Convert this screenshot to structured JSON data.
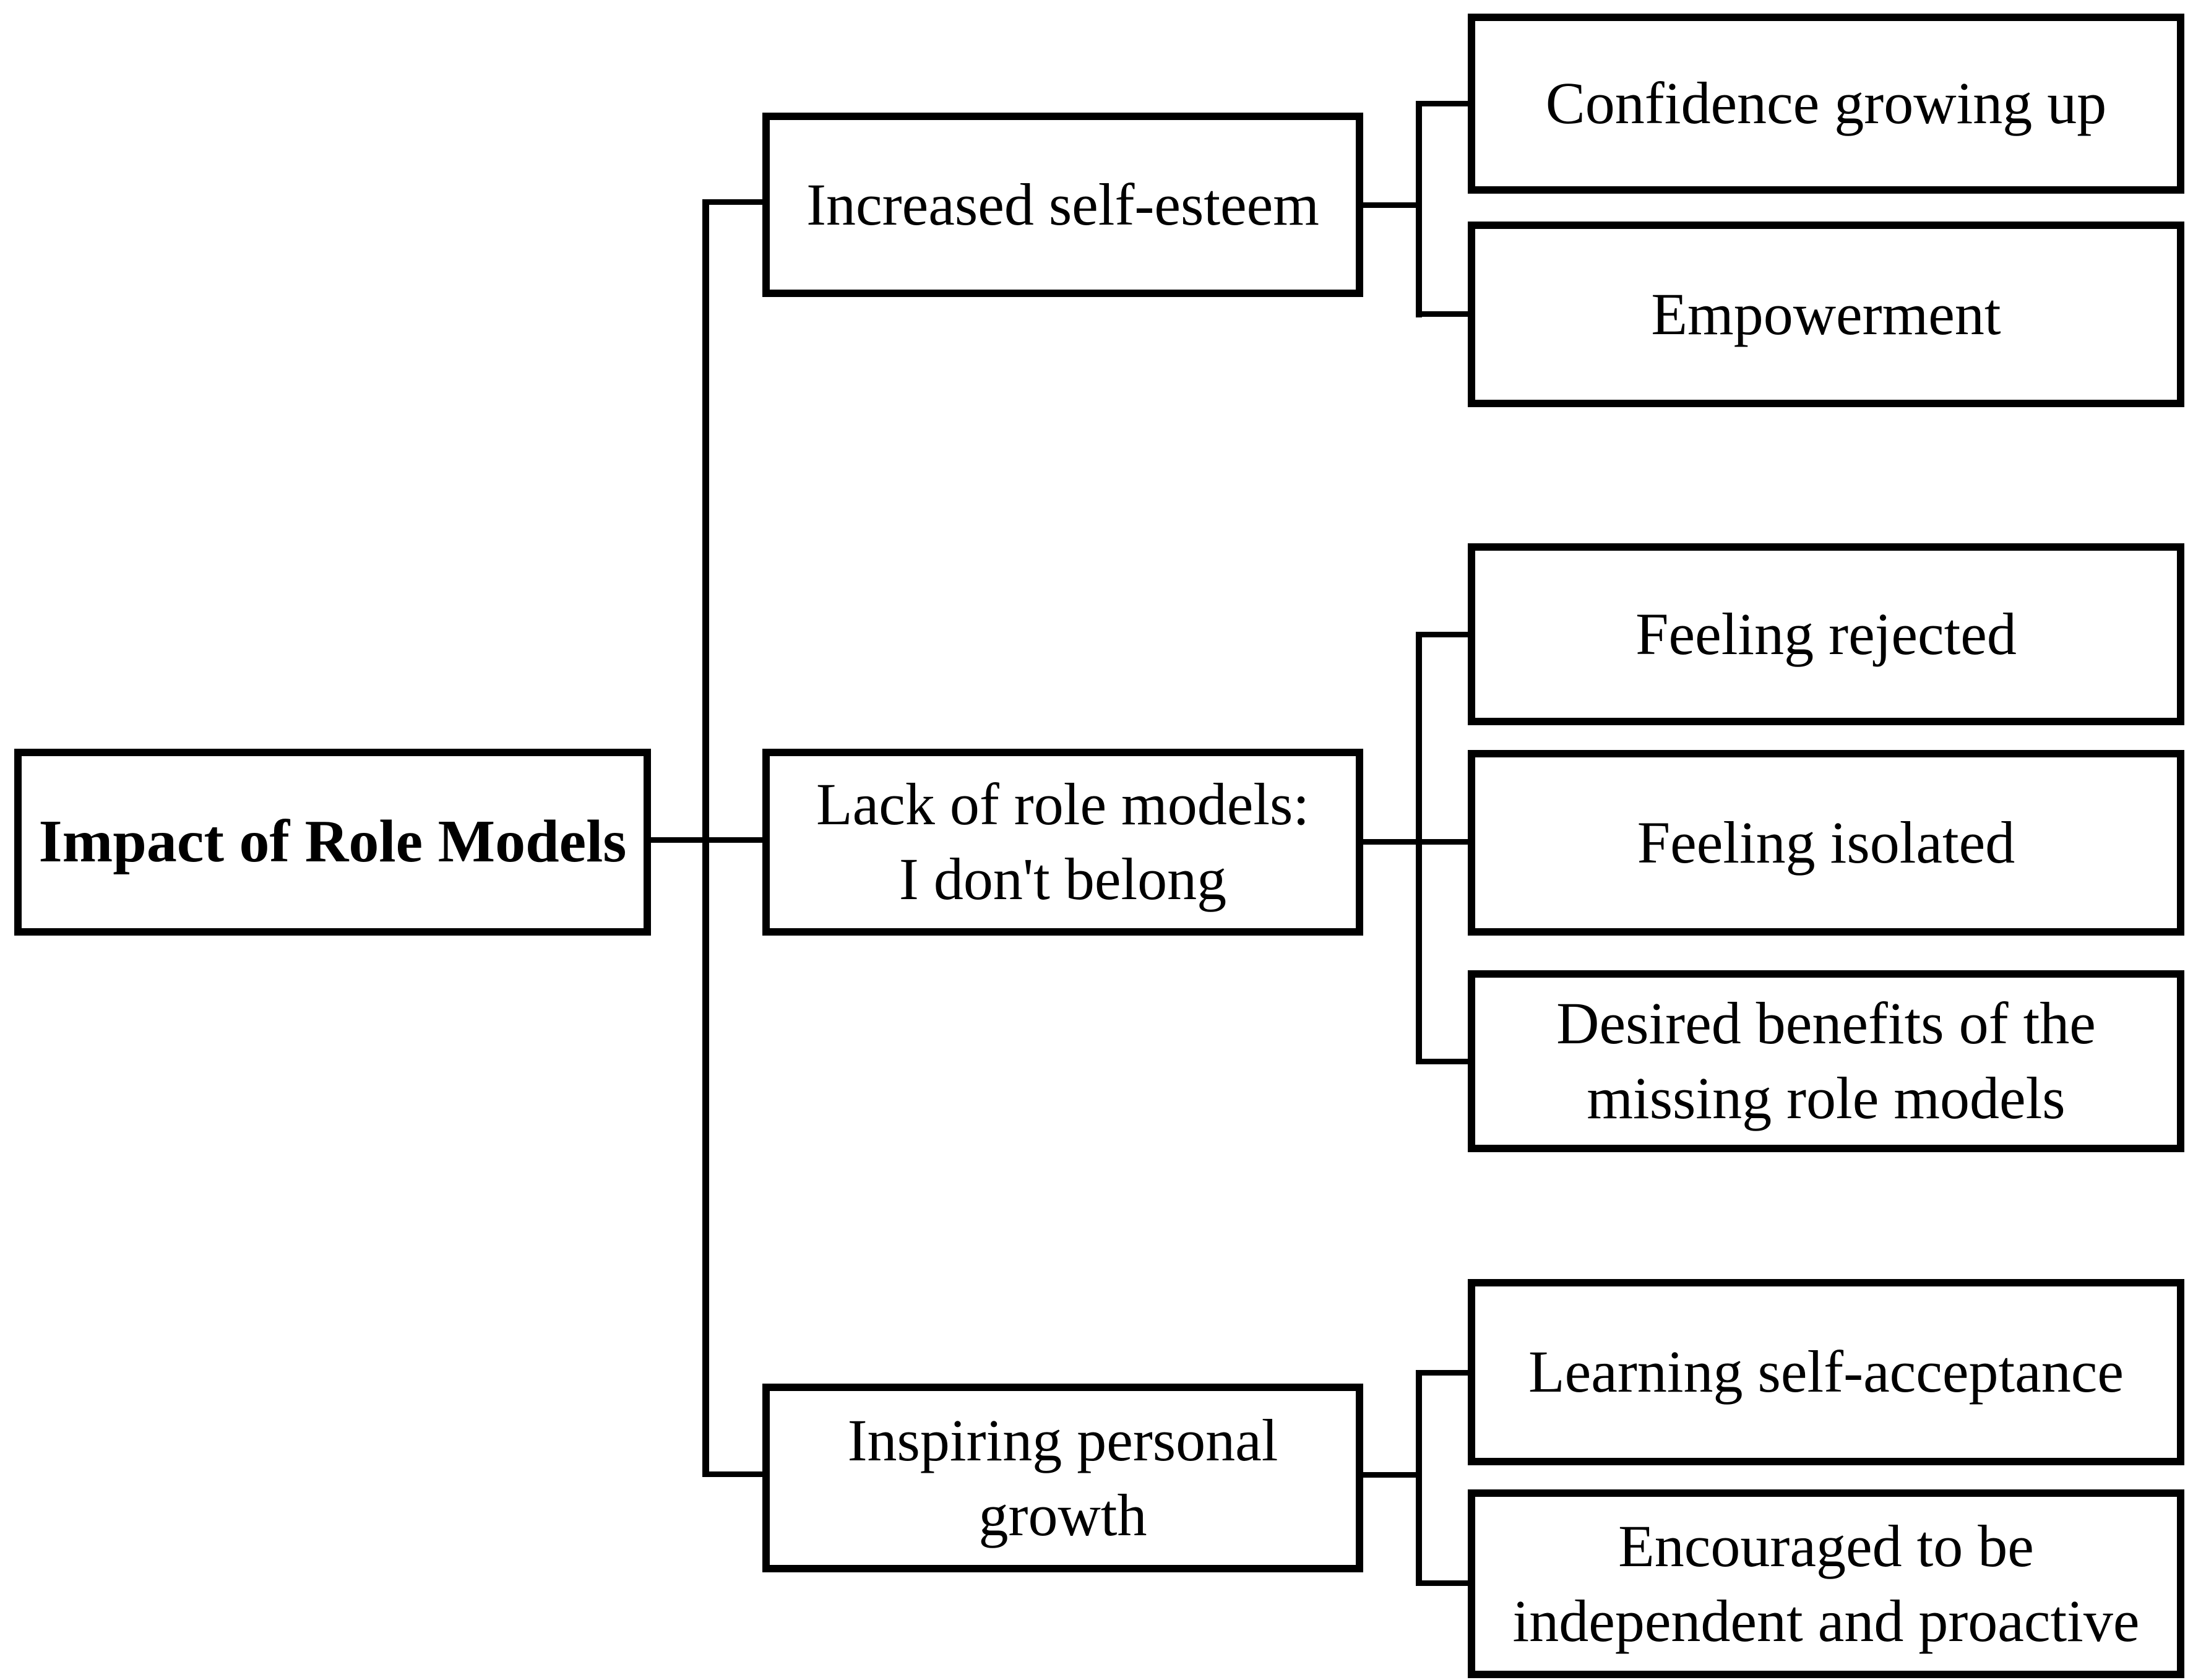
{
  "diagram": {
    "colors": {
      "background": "#ffffff",
      "box_border": "#000000",
      "text": "#000000",
      "connector": "#000000"
    },
    "root": {
      "label": "Impact of Role Models"
    },
    "branches": [
      {
        "label": "Increased self-esteem",
        "children": [
          {
            "label": "Confidence growing up"
          },
          {
            "label": "Empowerment"
          }
        ]
      },
      {
        "label": "Lack of role models:\nI don't belong",
        "children": [
          {
            "label": "Feeling rejected"
          },
          {
            "label": "Feeling isolated"
          },
          {
            "label": "Desired benefits of the\nmissing role models"
          }
        ]
      },
      {
        "label": "Inspiring personal\ngrowth",
        "children": [
          {
            "label": "Learning self-acceptance"
          },
          {
            "label": "Encouraged to be\nindependent and proactive"
          }
        ]
      }
    ]
  }
}
